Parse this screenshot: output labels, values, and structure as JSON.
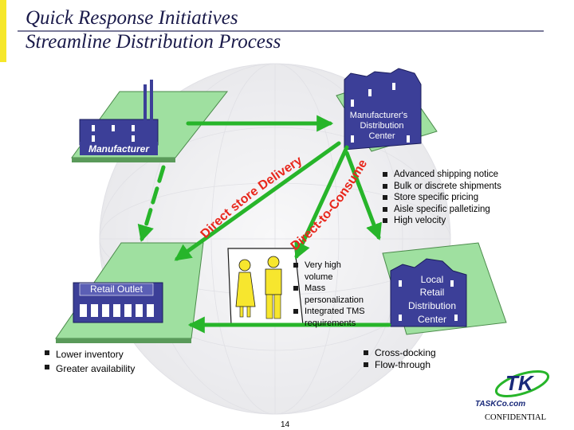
{
  "title": {
    "line1": "Quick Response Initiatives",
    "line2": "Streamline Distribution Process"
  },
  "nodes": {
    "manufacturer": "Manufacturer",
    "mdc_line1": "Manufacturer's",
    "mdc_line2": "Distribution",
    "mdc_line3": "Center",
    "retail_outlet": "Retail Outlet",
    "ldc_line1": "Local",
    "ldc_line2": "Retail",
    "ldc_line3": "Distribution",
    "ldc_line4": "Center"
  },
  "curved_labels": {
    "direct_store_delivery": "Direct store Delivery",
    "direct_to_consumer": "Direct-to-Consumer"
  },
  "bullets_mdc": [
    "Advanced shipping notice",
    "Bulk or discrete shipments",
    "Store specific pricing",
    "Aisle specific palletizing",
    "High velocity"
  ],
  "bullets_consumer": [
    "Very high",
    "volume",
    "Mass",
    "personalization",
    "Integrated TMS",
    "requirements"
  ],
  "bullets_retail": [
    "Lower inventory",
    "Greater availability"
  ],
  "bullets_ldc": [
    "Cross-docking",
    "Flow-through"
  ],
  "footer": {
    "page_number": "14",
    "confidential": "CONFIDENTIAL",
    "logo_mark": "TK",
    "logo_text": "TASKCo.com"
  },
  "colors": {
    "arrow_green": "#27b52a",
    "building_blue": "#3c3f98",
    "platform_green": "#9fe0a0",
    "curve_red": "#e8271c",
    "consumer_yellow": "#f7e62e",
    "title_navy": "#1a1a4a"
  }
}
